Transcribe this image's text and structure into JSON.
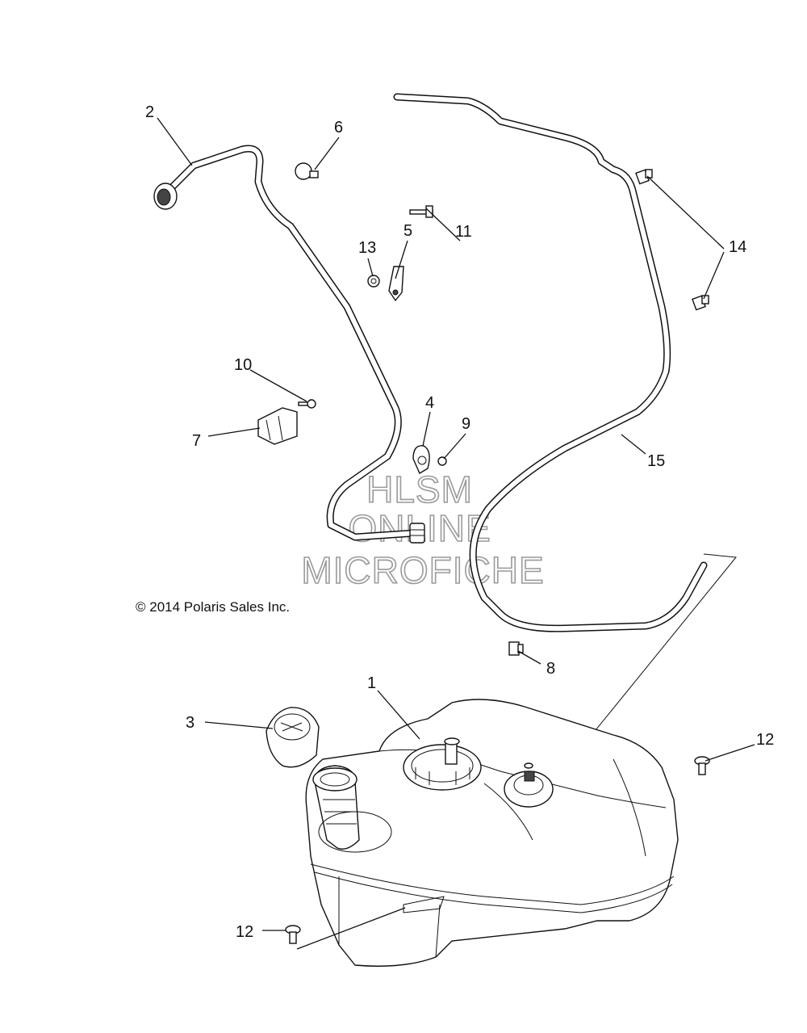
{
  "copyright": "© 2014 Polaris Sales Inc.",
  "watermark": {
    "line1": "HLSM",
    "line2": "ONLINE",
    "line3": "MICROFICHE"
  },
  "callouts": {
    "c1": "1",
    "c2": "2",
    "c3": "3",
    "c4": "4",
    "c5": "5",
    "c6": "6",
    "c7": "7",
    "c8": "8",
    "c9": "9",
    "c10": "10",
    "c11": "11",
    "c12a": "12",
    "c12b": "12",
    "c13": "13",
    "c14": "14",
    "c15": "15"
  }
}
